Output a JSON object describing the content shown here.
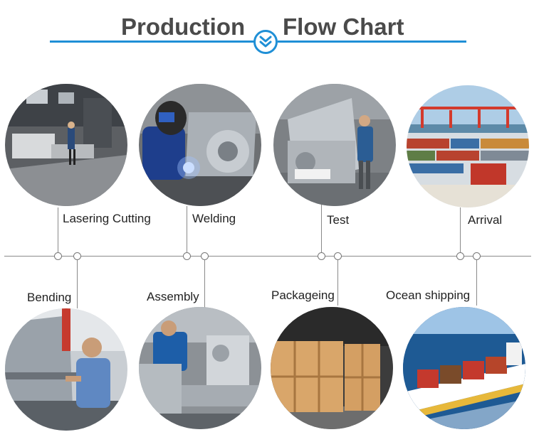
{
  "header": {
    "title_left": "Production",
    "title_right": "Flow Chart",
    "accent_color": "#1f8fd6",
    "badge_icon": "double-chevron-down-icon"
  },
  "steps_top": [
    {
      "label": "Lasering Cutting",
      "image": "laser-cutting-workshop-photo"
    },
    {
      "label": "Welding",
      "image": "welder-at-work-photo"
    },
    {
      "label": "Test",
      "image": "machine-test-photo"
    },
    {
      "label": "Arrival",
      "image": "container-port-photo"
    }
  ],
  "steps_bottom": [
    {
      "label": "Bending",
      "image": "press-brake-bending-photo"
    },
    {
      "label": "Assembly",
      "image": "machine-assembly-photo"
    },
    {
      "label": "Packageing",
      "image": "wooden-crates-photo"
    },
    {
      "label": "Ocean shipping",
      "image": "container-ship-photo"
    }
  ]
}
